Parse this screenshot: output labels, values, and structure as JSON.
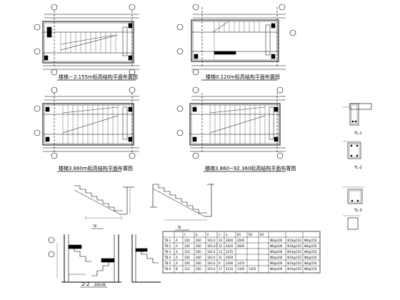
{
  "plans": [
    {
      "title": "楼梯－2.155m标高结构平面布置图"
    },
    {
      "title": "楼梯0.120m标高结构平面布置图"
    },
    {
      "title": "楼梯3.860m标高结构平面布置图"
    },
    {
      "title": "楼梯3.860~92.360标高结构平面布置图"
    }
  ],
  "sections": {
    "left_caption": "TB",
    "right_caption": "TB",
    "bottom_caption": "2-2",
    "bottom_caption_note": "剖面详图"
  },
  "details": [
    {
      "label": "TL-1"
    },
    {
      "label": "TL-2"
    },
    {
      "label": "TL-3"
    }
  ],
  "table": {
    "headers": [
      "",
      "",
      "t",
      "b",
      "h",
      "n",
      "a",
      "B1",
      "B2",
      "B3",
      "",
      "",
      ""
    ],
    "rows": [
      [
        "TB-1",
        "A",
        "100",
        "260",
        "161.0",
        "10",
        "2600",
        "2600",
        "",
        "",
        "Φ8@100",
        "Φ10@150",
        "Φ8@150"
      ],
      [
        "TB-2",
        "A",
        "100",
        "260",
        "161.07",
        "15",
        "4420",
        "2600",
        "",
        "",
        "Φ8@100",
        "Φ10@150",
        "Φ8@150"
      ],
      [
        "TB-3",
        "A",
        "110",
        "260",
        "161.0",
        "13",
        "3270",
        "",
        "",
        "",
        "Φ8@100",
        "Φ10@150",
        "Φ8@150"
      ],
      [
        "TB-4",
        "A",
        "100",
        "260",
        "161.0",
        "11",
        "2650",
        "",
        "",
        "",
        "Φ8@100",
        "Φ10@150",
        "Φ8@150"
      ],
      [
        "TB-5",
        "A",
        "100",
        "260",
        "163.0",
        "9",
        "2290",
        "1470",
        "",
        "",
        "Φ8@100",
        "Φ10@150",
        "Φ8@150"
      ],
      [
        "TB-6",
        "B",
        "110",
        "260",
        "163.0",
        "17",
        "4310",
        "1300",
        "1450",
        "",
        "Φ8@100",
        "Φ10@150",
        "Φ8@150"
      ]
    ]
  }
}
